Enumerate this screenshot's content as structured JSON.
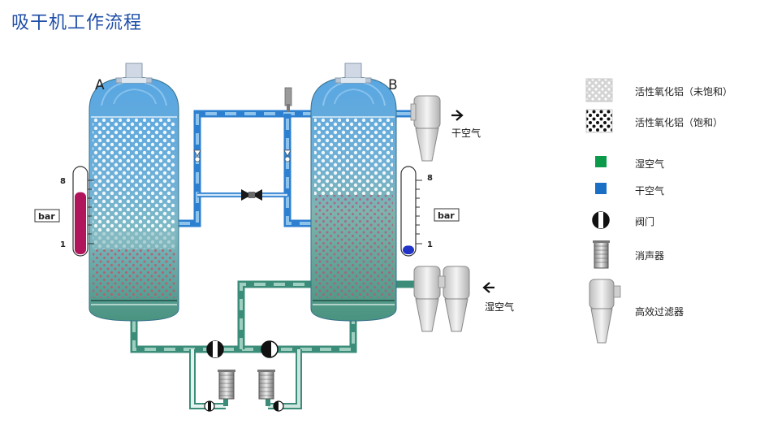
{
  "title": "吸干机工作流程",
  "vessels": {
    "a_label": "A",
    "b_label": "B"
  },
  "gauges": {
    "left": {
      "unit": "bar",
      "max_label": "8",
      "min_label": "1",
      "level": 0.72,
      "color": "#b0145a"
    },
    "right": {
      "unit": "bar",
      "max_label": "8",
      "min_label": "1",
      "level": 0.1,
      "color": "#2233c8"
    }
  },
  "flow_labels": {
    "dry_air_out": "干空气",
    "wet_air_in": "湿空气"
  },
  "legend": [
    {
      "icon": "unsaturated-alumina-icon",
      "label": "活性氧化铝（未饱和）"
    },
    {
      "icon": "saturated-alumina-icon",
      "label": "活性氧化铝（饱和）"
    },
    {
      "icon": "wet-air-swatch-icon",
      "label": "湿空气",
      "color": "#0a9a4a"
    },
    {
      "icon": "dry-air-swatch-icon",
      "label": "干空气",
      "color": "#1a6fc4"
    },
    {
      "icon": "valve-icon",
      "label": "阀门"
    },
    {
      "icon": "silencer-icon",
      "label": "消声器"
    },
    {
      "icon": "filter-icon",
      "label": "高效过滤器"
    }
  ],
  "colors": {
    "title": "#1f4ea8",
    "dry_pipe": "#2d7fd0",
    "dry_pipe_light": "#8ec3ec",
    "wet_pipe": "#3b8c78",
    "wet_pipe_light": "#9ecfc0",
    "vessel_top": "#5aa6e0",
    "vessel_bottom": "#3b8a74"
  }
}
